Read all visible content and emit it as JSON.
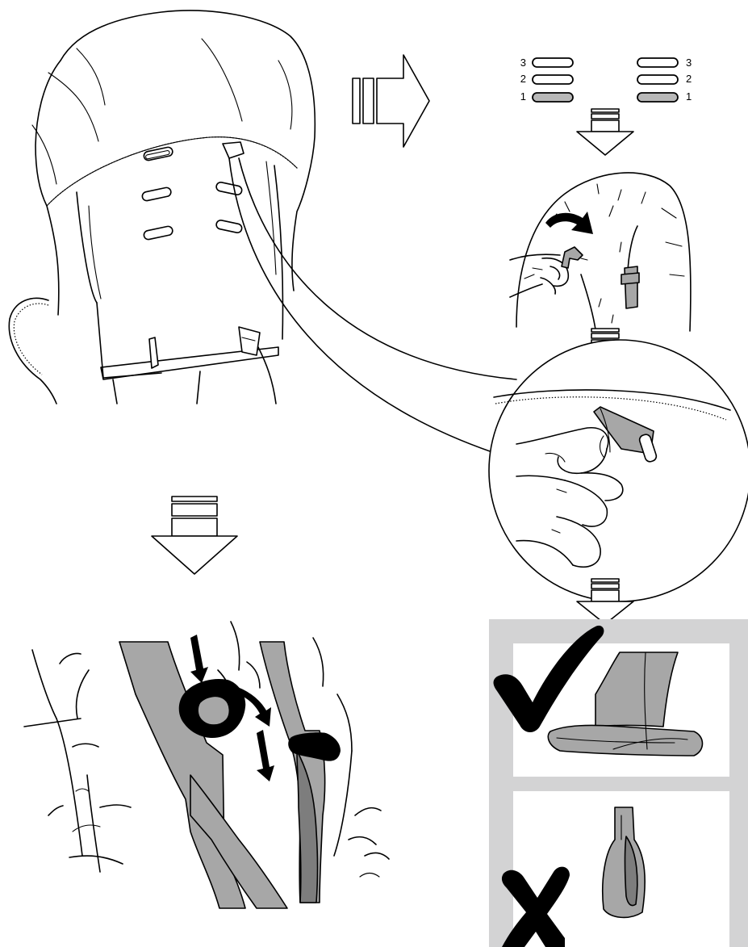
{
  "slot_labels_left": [
    "3",
    "2",
    "1"
  ],
  "slot_labels_right": [
    "3",
    "2",
    "1"
  ],
  "panel_colors": {
    "strap_fill": "#a7a7a7",
    "strap_dark": "#7d7d7d",
    "box_bg": "#d3d3d4",
    "mark_black": "#000000"
  },
  "correct_mark_icon": "check-mark-icon",
  "incorrect_mark_icon": "x-mark-icon"
}
